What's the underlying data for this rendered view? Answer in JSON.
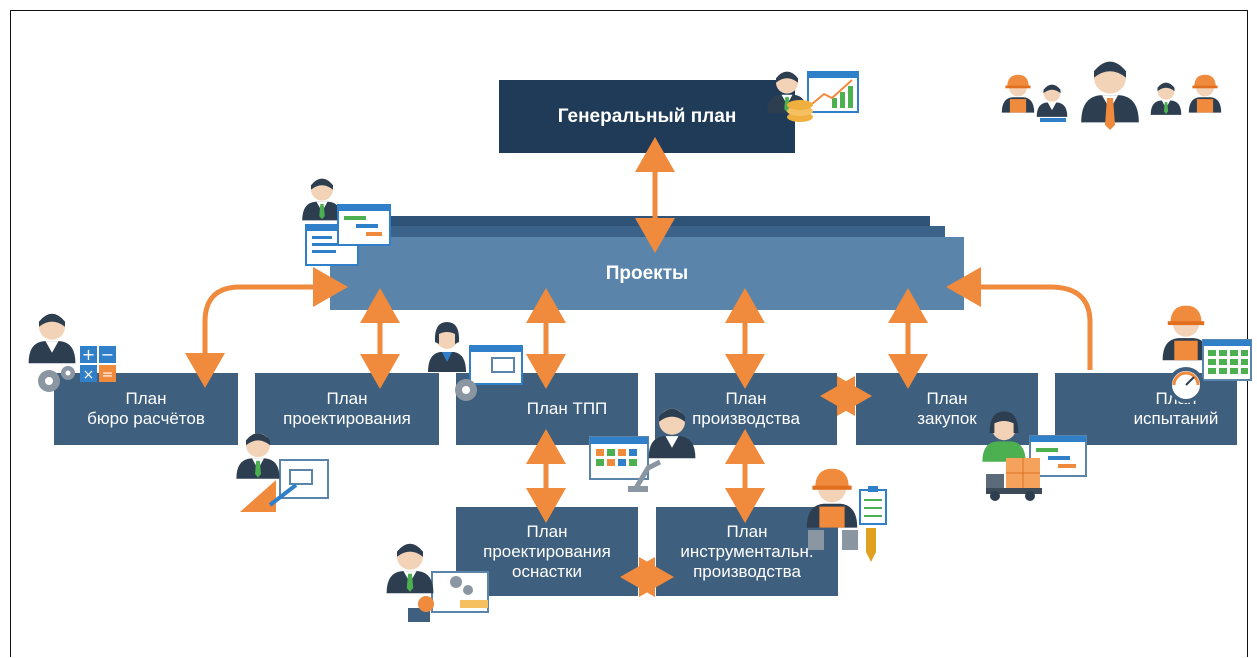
{
  "diagram": {
    "general_plan": "Генеральный план",
    "projects": "Проекты",
    "plan_bureau": [
      "План",
      "бюро расчётов"
    ],
    "plan_design": [
      "План",
      "проектирования"
    ],
    "plan_tpp": "План ТПП",
    "plan_production": [
      "План",
      "производства"
    ],
    "plan_purchases": [
      "План",
      "закупок"
    ],
    "plan_tests": [
      "План",
      "испытаний"
    ],
    "plan_tooling_design": [
      "План",
      "проектирования",
      "оснастки"
    ],
    "plan_tool_production": [
      "План",
      "инструментальн.",
      "производства"
    ]
  },
  "colors": {
    "arrow": "#f08a3c",
    "box_dark": "#3e5f7e",
    "box_top": "#1f3b58",
    "projects": "#5b84ab",
    "person_dark": "#2c3e50",
    "skin": "#f2d3b8",
    "helmet": "#f08a3c",
    "chart_green": "#4caf50",
    "chart_blue": "#2f80c8"
  },
  "icons": [
    "team-icon",
    "manager-chart-icon",
    "manager-gantt-icon",
    "calculator-person-icon",
    "engineer-drawing-icon",
    "tech-female-icon",
    "scheduler-robot-icon",
    "purchaser-truck-icon",
    "tester-gauge-icon",
    "worker-checklist-icon",
    "tooling-designer-icon"
  ]
}
